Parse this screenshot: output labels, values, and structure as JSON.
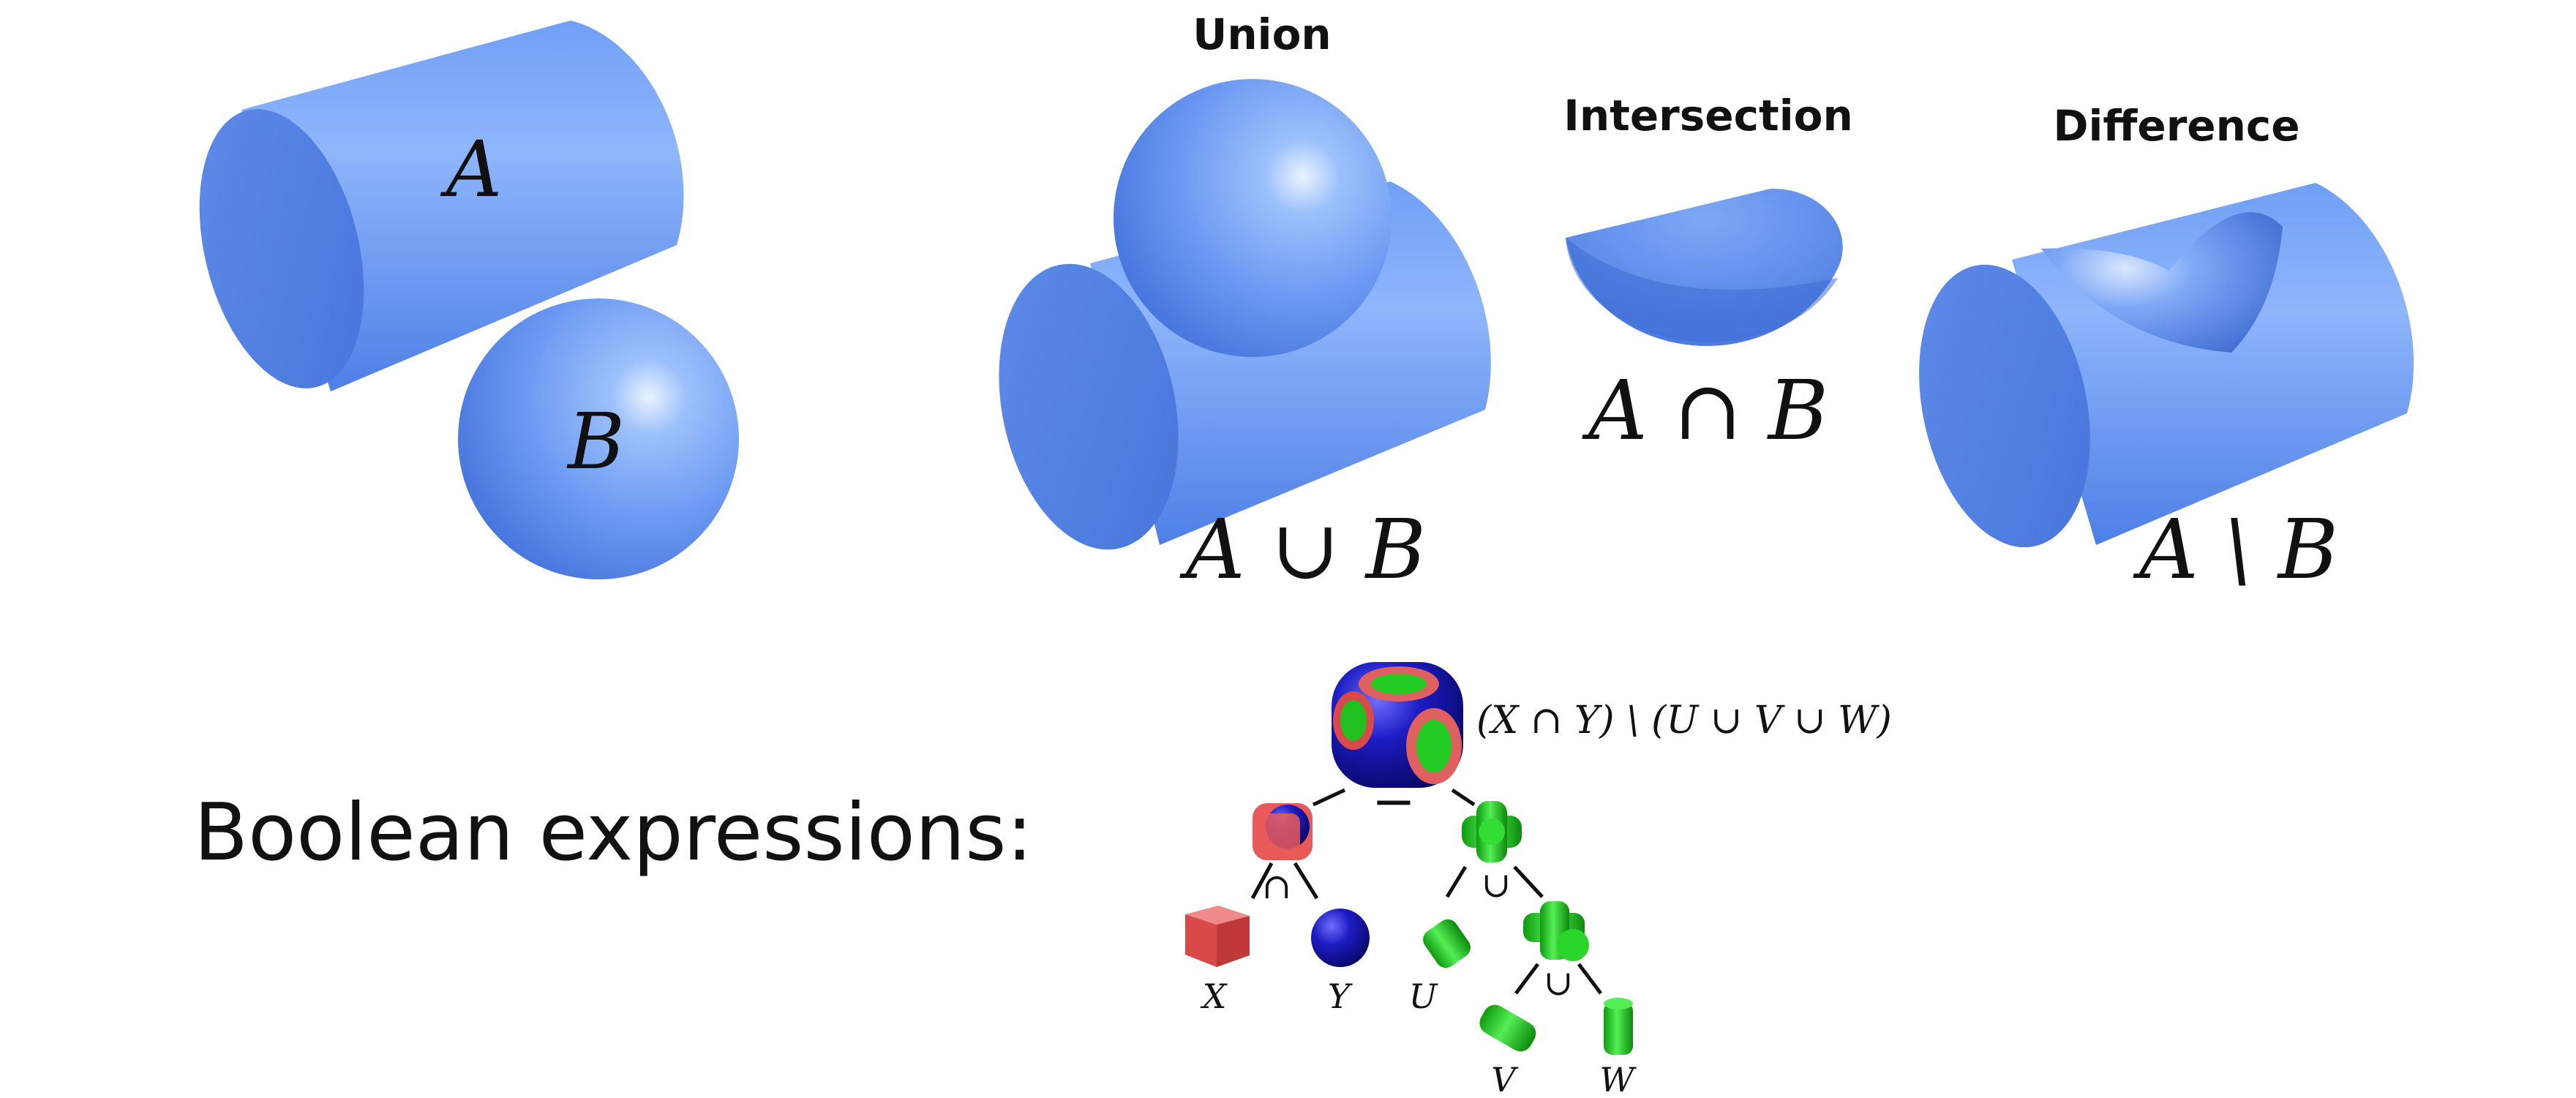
{
  "operands": {
    "a_label": "A",
    "b_label": "B"
  },
  "operations": {
    "union_title": "Union",
    "union_expr": "A ∪ B",
    "intersection_title": "Intersection",
    "intersection_expr": "A ∩ B",
    "difference_title": "Difference",
    "difference_expr": "A \\ B"
  },
  "csg_tree": {
    "heading": "Boolean expressions:",
    "root_expr": "(X ∩ Y) \\ (U ∪ V ∪ W)",
    "op_difference": "−",
    "op_intersection": "∩",
    "op_union_1": "∪",
    "op_union_2": "∪",
    "leaf_x": "X",
    "leaf_y": "Y",
    "leaf_u": "U",
    "leaf_v": "V",
    "leaf_w": "W"
  },
  "colors": {
    "solid_blue": "#5b8ef0",
    "sphere_blue": "#1a1ab8",
    "cube_red": "#e85a5a",
    "cylinder_green": "#22cc22"
  }
}
